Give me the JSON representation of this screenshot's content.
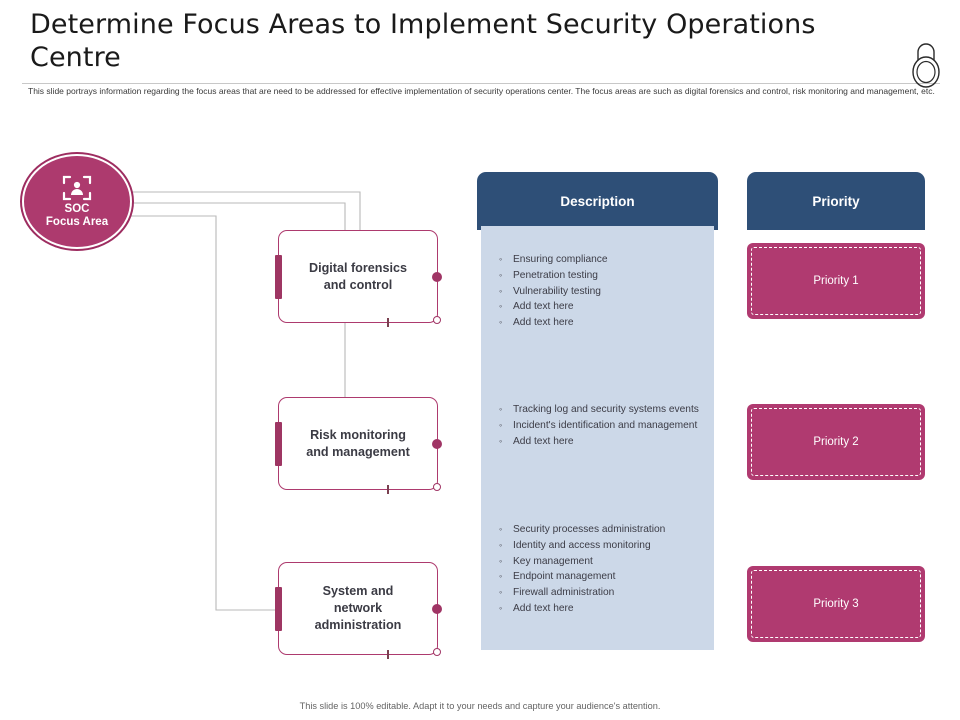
{
  "header": {
    "title": "Determine Focus Areas to Implement Security Operations Centre",
    "subtitle": "This slide portrays information regarding the focus areas that are need to be addressed for effective implementation of security operations center. The focus areas are such as digital forensics and control, risk monitoring and management, etc.",
    "icon": "padlock-icon"
  },
  "hub": {
    "label": "SOC\nFocus Area",
    "icon": "person-scan-icon",
    "color": "#ad3a6e"
  },
  "focus_areas": [
    {
      "label": "Digital forensics\nand control"
    },
    {
      "label": "Risk monitoring\nand management"
    },
    {
      "label": "System and\nnetwork\nadministration"
    }
  ],
  "description": {
    "header": "Description",
    "groups": [
      {
        "items": [
          "Ensuring compliance",
          "Penetration testing",
          "Vulnerability testing",
          "Add text here",
          "Add text here"
        ]
      },
      {
        "items": [
          "Tracking log and security systems events",
          "Incident's identification and management",
          "Add text here"
        ]
      },
      {
        "items": [
          "Security processes administration",
          "Identity and access monitoring",
          "Key management",
          "Endpoint management",
          "Firewall administration",
          "Add text here"
        ]
      }
    ]
  },
  "priority": {
    "header": "Priority",
    "cards": [
      {
        "label": "Priority 1"
      },
      {
        "label": "Priority 2"
      },
      {
        "label": "Priority 3"
      }
    ]
  },
  "footer": {
    "note": "This slide is 100% editable. Adapt it to your needs and capture your audience's attention."
  },
  "colors": {
    "accent_magenta": "#ad3a6e",
    "header_blue": "#2e4f77",
    "panel_blue": "#ccd8e8",
    "connector_gray": "#b9b9b9"
  }
}
